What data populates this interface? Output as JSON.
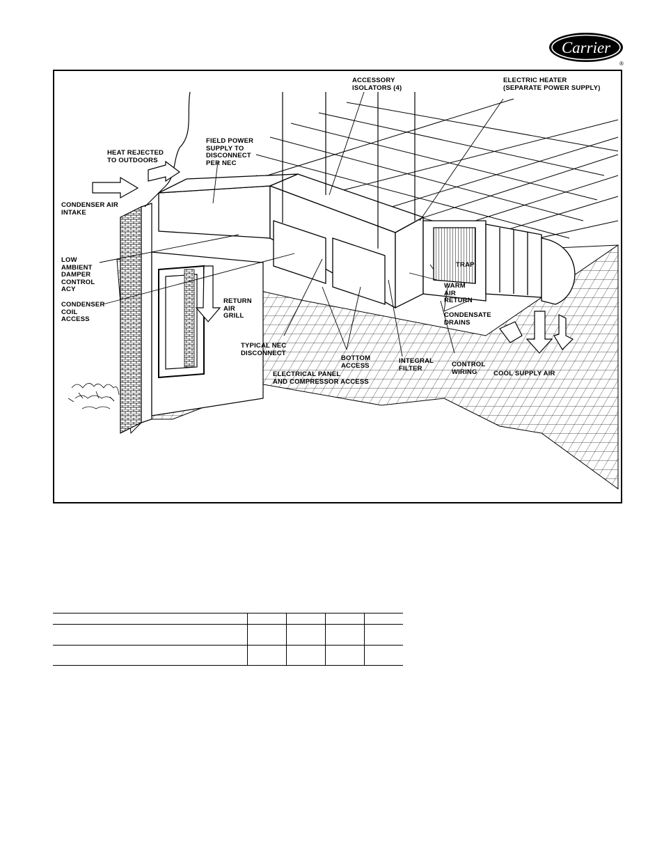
{
  "brand": {
    "name": "Carrier",
    "registered": "®"
  },
  "figure": {
    "labels": {
      "heat_rejected": "HEAT REJECTED\nTO OUTDOORS",
      "condenser_air_intake": "CONDENSER AIR\nINTAKE",
      "field_power": "FIELD POWER\nSUPPLY TO\nDISCONNECT\nPER NEC",
      "accessory_isolators": "ACCESSORY\nISOLATORS (4)",
      "electric_heater": "ELECTRIC HEATER\n(SEPARATE POWER SUPPLY)",
      "low_ambient": "LOW\nAMBIENT\nDAMPER\nCONTROL\nACY",
      "condenser_coil": "CONDENSER\nCOIL\nACCESS",
      "return_air_grill": "RETURN\nAIR\nGRILL",
      "trap": "TRAP",
      "warm_air_return": "WARM\nAIR\nRETURN",
      "condensate_drains": "CONDENSATE\nDRAINS",
      "typical_nec": "TYPICAL NEC\nDISCONNECT",
      "bottom_access": "BOTTOM\nACCESS",
      "integral_filter": "INTEGRAL\nFILTER",
      "control_wiring": "CONTROL\nWIRING",
      "cool_supply_air": "COOL SUPPLY AIR",
      "electrical_panel": "ELECTRICAL PANEL\nAND COMPRESSOR ACCESS"
    }
  },
  "table": {
    "rows": 2,
    "columns": 5,
    "cells": []
  }
}
